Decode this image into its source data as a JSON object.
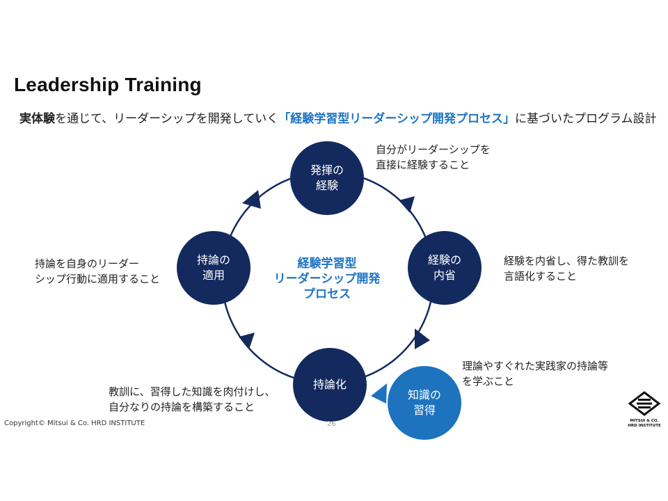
{
  "header": {
    "title": "Leadership Training",
    "subtitle_parts": [
      "実体験",
      "を通じて、リーダーシップを開発していく",
      "「経験学習型リーダーシップ開発プロセス」",
      "に基づいたプログラム設計"
    ]
  },
  "diagram": {
    "center_label": "経験学習型\nリーダーシップ開発\nプロセス",
    "nodes": {
      "experience": "発揮の\n経験",
      "reflection": "経験の\n内省",
      "conceptualization": "持論化",
      "application": "持論の\n適用",
      "knowledge": "知識の\n習得"
    },
    "notes": {
      "experience": "自分がリーダーシップを\n直接に経験すること",
      "reflection": "経験を内省し、得た教訓を\n言語化すること",
      "knowledge": "理論やすぐれた実践家の持論等\nを学ぶこと",
      "conceptualization": "教訓に、習得した知識を肉付けし、\n自分なりの持論を構築すること",
      "application": "持論を自身のリーダー\nシップ行動に適用すること"
    },
    "colors": {
      "node": "#142a5e",
      "knowledge_node": "#1e73be",
      "accent_text": "#1f74c4",
      "ring": "#142a5e"
    }
  },
  "footer": {
    "copyright": "Copyright© Mitsui & Co. HRD INSTITUTE",
    "page_number": "26"
  },
  "logo": {
    "text": "MITSUI & CO.\nHRD INSTITUTE",
    "icon": "mitsui-logo-icon"
  }
}
